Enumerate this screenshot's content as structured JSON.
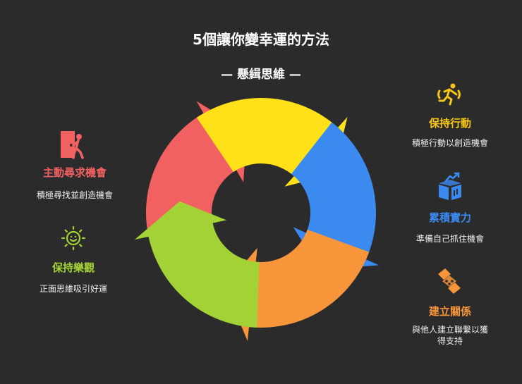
{
  "title": "5個讓你變幸運的方法",
  "subtitle": "— 懸緝思維 —",
  "colors": {
    "background": "#2b2b2b",
    "red": "#f26161",
    "yellow": "#ffe11a",
    "blue": "#3b8af0",
    "orange": "#f7953a",
    "green": "#a3d236"
  },
  "items": [
    {
      "id": "act",
      "heading": "保持行動",
      "desc": "積極行動以創造機會",
      "icon": "running-person-icon",
      "color": "#f5c518"
    },
    {
      "id": "accumulate",
      "heading": "累積實力",
      "desc": "準備自己抓住機會",
      "icon": "book-growth-icon",
      "color": "#3b8af0"
    },
    {
      "id": "connect",
      "heading": "建立關係",
      "desc": "與他人建立聯繫以獲得支持",
      "desc_line1": "與他人建立聯繫以獲",
      "desc_line2": "得支持",
      "icon": "handshake-icon",
      "color": "#f7953a"
    },
    {
      "id": "optimism",
      "heading": "保持樂觀",
      "desc": "正面思維吸引好運",
      "icon": "smiling-sun-icon",
      "color": "#a3d236"
    },
    {
      "id": "seek",
      "heading": "主動尋求機會",
      "desc": "積極尋找並創造機會",
      "icon": "person-door-icon",
      "color": "#f26161"
    }
  ]
}
